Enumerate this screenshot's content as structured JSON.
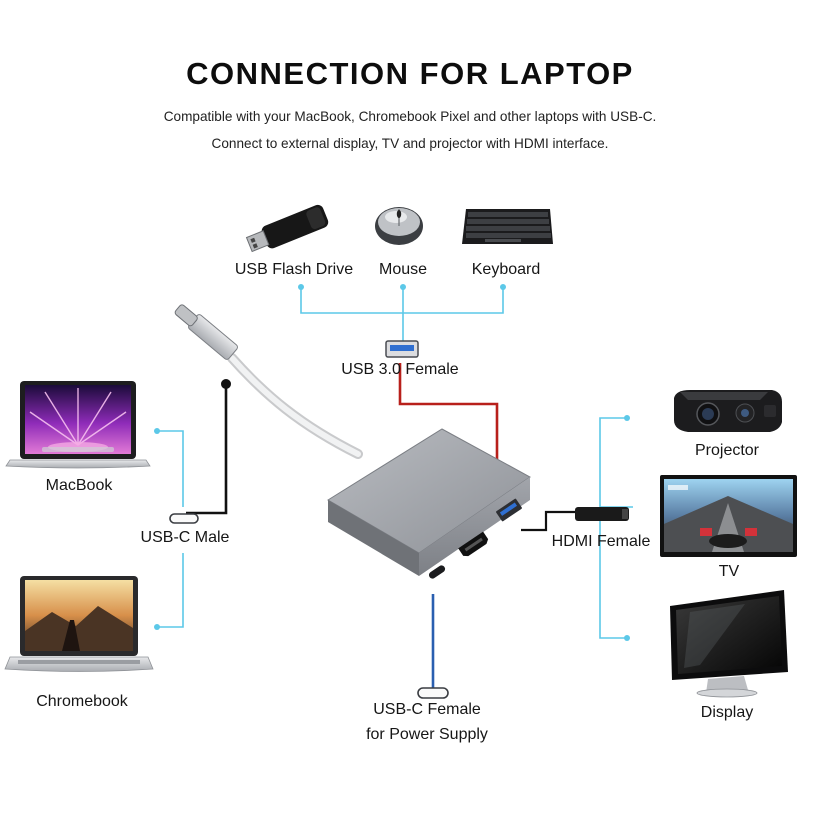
{
  "header": {
    "title": "CONNECTION FOR LAPTOP",
    "subtitle_1": "Compatible with your MacBook, Chromebook Pixel and other laptops with USB-C.",
    "subtitle_2": "Connect to external display, TV and projector with HDMI interface."
  },
  "top_devices": {
    "usb_flash_drive": "USB Flash Drive",
    "mouse": "Mouse",
    "keyboard": "Keyboard"
  },
  "ports": {
    "usb30_female": "USB 3.0 Female",
    "usbc_male": "USB-C Male",
    "hdmi_female": "HDMI Female",
    "usbc_female_line1": "USB-C Female",
    "usbc_female_line2": "for Power Supply"
  },
  "laptops": {
    "macbook": "MacBook",
    "chromebook": "Chromebook"
  },
  "displays": {
    "projector": "Projector",
    "tv": "TV",
    "display": "Display"
  },
  "colors": {
    "cyan_line": "#5cc8e8",
    "usb_red_line": "#b8201b",
    "usbc_black_line": "#111111",
    "hdmi_black_line": "#111111",
    "power_blue_line": "#2a5fb0",
    "hub_body": "#9a9da3"
  }
}
